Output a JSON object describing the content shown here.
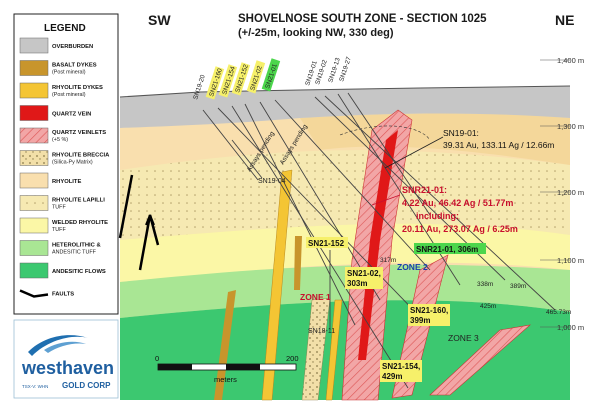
{
  "header": {
    "left_bearing": "SW",
    "right_bearing": "NE",
    "title": "SHOVELNOSE SOUTH ZONE - SECTION 1025",
    "subtitle": "(+/-25m, looking NW, 330 deg)"
  },
  "legend": {
    "title": "LEGEND",
    "items": [
      {
        "l1": "OVERBURDEN",
        "l2": ""
      },
      {
        "l1": "BASALT DYKES",
        "l2": "(Post mineral)"
      },
      {
        "l1": "RHYOLITE DYKES",
        "l2": "(Post mineral)"
      },
      {
        "l1": "QUARTZ VEIN",
        "l2": ""
      },
      {
        "l1": "QUARTZ VEINLETS",
        "l2": "(+5 %)"
      },
      {
        "l1": "RHYOLITE BRECCIA",
        "l2": "(Silica-Py Matrix)"
      },
      {
        "l1": "RHYOLITE",
        "l2": ""
      },
      {
        "l1": "RHYOLITE LAPILLI",
        "l2": "TUFF"
      },
      {
        "l1": "WELDED RHYOLITE",
        "l2": "TUFF"
      },
      {
        "l1": "HETEROLITHIC &",
        "l2": "ANDESITIC TUFF"
      },
      {
        "l1": "ANDESITIC FLOWS",
        "l2": ""
      },
      {
        "l1": "FAULTS",
        "l2": ""
      }
    ],
    "colors": [
      "#c6c6c6",
      "#c8952c",
      "#f4c534",
      "#e01818",
      "#f2a6a6",
      "#f2dfa8",
      "#f9dfae",
      "#f6e9b2",
      "#fbf7a6",
      "#a9e694",
      "#3cc870",
      "#000000"
    ]
  },
  "elevations": [
    "1,400 m",
    "1,300 m",
    "1,200 m",
    "1,100 m",
    "1,000 m"
  ],
  "holes": [
    {
      "id": "SN19-20",
      "highlight": false
    },
    {
      "id": "SN21-160",
      "highlight": true
    },
    {
      "id": "SN21-154",
      "highlight": true
    },
    {
      "id": "SN21-152",
      "highlight": true
    },
    {
      "id": "SN21-02",
      "highlight": true
    },
    {
      "id": "SN21-01",
      "highlight": true
    },
    {
      "id": "SN19-01",
      "highlight": false
    },
    {
      "id": "SN19-02",
      "highlight": false
    },
    {
      "id": "SN19-13",
      "highlight": false
    },
    {
      "id": "SN19-27",
      "highlight": false
    }
  ],
  "intercepts": {
    "sn19_01_title": "SN19-01:",
    "sn19_01_value": "39.31 Au, 133.11 Ag / 12.66m",
    "sn21_01_title": "SNR21-01:",
    "sn21_01_value": "4.22 Au, 46.42 Ag / 51.77m",
    "including": "including:",
    "including_value": "20.11 Au, 273.07 Ag / 6.25m"
  },
  "hole_labels": {
    "sn21_152": "SN21-152",
    "sn21_01": "SNR21-01, 306m",
    "sn21_02_l1": "SN21-02,",
    "sn21_02_l2": "303m",
    "sn21_160_l1": "SN21-160,",
    "sn21_160_l2": "399m",
    "sn21_154_l1": "SN21-154,",
    "sn21_154_l2": "429m",
    "sn19_04": "SN19-04",
    "sn18_11": "SN18-11"
  },
  "depths": [
    "317m",
    "338m",
    "389m",
    "425m",
    "465.73m"
  ],
  "zones": [
    "ZONE 1",
    "ZONE 2",
    "ZONE 3"
  ],
  "assays_pending": [
    "Assays pending",
    "Assays pending"
  ],
  "scale": {
    "zero": "0",
    "max": "200",
    "unit": "meters"
  },
  "logo": {
    "name": "westhaven",
    "sub": "GOLD CORP",
    "ticker": "TSX-V: WHN"
  }
}
